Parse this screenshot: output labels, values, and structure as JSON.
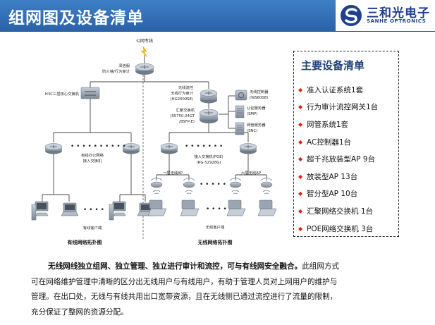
{
  "header": {
    "title": "组网图及设备清单"
  },
  "logo": {
    "cn": "三和光电子",
    "en": "SANHE OPTRONICS"
  },
  "diagram": {
    "public_line": "公网专线",
    "firewall_label_1": "深信服",
    "firewall_label_2": "防火墙/行为审计",
    "core_switch": "H3C三层核心交换机",
    "wired_access_1": "有线办公网络",
    "wired_access_2": "接入交换机",
    "wired_clients": "有线客户端",
    "wired_caption": "有线网络拓扑图",
    "audit_1": "无线流控",
    "audit_2": "无线行为审计",
    "audit_3": "(HG2000SE)",
    "ac_1": "无线控制器",
    "ac_2": "(WS6008)",
    "agg_1": "汇聚交换机",
    "agg_2": "(S5750-24GT",
    "agg_3": "/8SFP-E)",
    "auth_1": "认证服务器",
    "auth_2": "(SMP)",
    "nms_1": "网管服务器",
    "nms_2": "(SNC)",
    "poe_1": "接入交换机(POE)",
    "poe_2": "(RG-S2928G)",
    "ap_floor1": "一层无线AP",
    "ap_floor6": "六层无线AP",
    "wireless_clients": "无线客户端",
    "wireless_caption": "无线网络拓扑图"
  },
  "equipment": {
    "title": "主要设备清单",
    "items": [
      "准入认证系统1套",
      "行为审计流控网关1台",
      "网管系统1套",
      "AC控制器1台",
      "超千兆放装型AP  9台",
      "放装型AP  13台",
      "智分型AP   10台",
      "汇聚网络交换机   1台",
      "POE网络交换机   3台"
    ]
  },
  "description": {
    "bold": "无线网线独立组网、独立管理、独立进行审计和流控，可与有线网安全融合。",
    "rest_1": "此组网方式",
    "line_2": "可在网络维护管理中清晰的区分出无线用户与有线用户，有助于管理人员对上网用户的维护与",
    "line_3": "管理。在出口处，无线与有线共用出口宽带资源，且在无线侧已通过流控进行了流量的限制，",
    "line_4": "充分保证了整网的资源分配。"
  },
  "colors": {
    "header": "#2f6db5",
    "logo": "#1f3f8f",
    "bullet": "#e0201b",
    "device": "#8c98a5"
  }
}
